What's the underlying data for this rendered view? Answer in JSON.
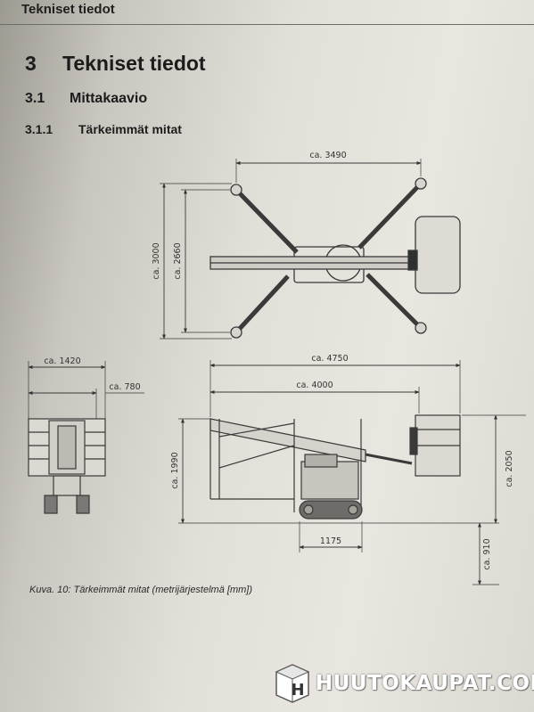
{
  "header": {
    "running_title": "Tekniset tiedot"
  },
  "section": {
    "number": "3",
    "title": "Tekniset tiedot"
  },
  "subsection": {
    "number": "3.1",
    "title": "Mittakaavio"
  },
  "subsubsection": {
    "number": "3.1.1",
    "title": "Tärkeimmät mitat"
  },
  "dimensions": {
    "top_width": "ca. 3490",
    "top_outer_length": "ca. 3000",
    "top_inner_length": "ca. 2660",
    "front_width": "ca. 1420",
    "front_track": "ca. 780",
    "side_total_length": "ca. 4750",
    "side_base_length": "ca. 4000",
    "side_height": "ca. 1990",
    "side_basket_height": "ca. 2050",
    "side_wheelbase": "1175",
    "side_ground": "ca. 910"
  },
  "caption": "Kuva. 10: Tärkeimmät mitat (metrijärjestelmä [mm])",
  "watermark": {
    "text": "HUUTOKAUPAT.COM",
    "logo_icon": "h-box-icon"
  }
}
